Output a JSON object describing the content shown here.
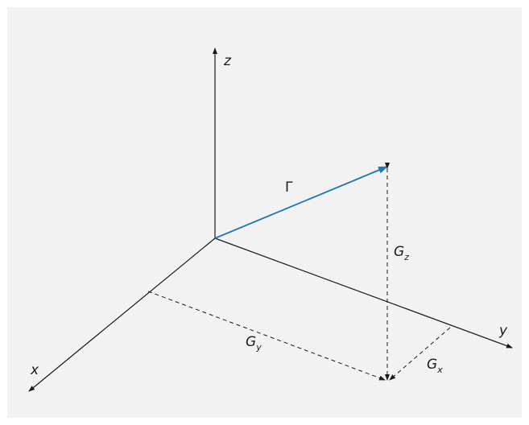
{
  "axes": {
    "x_label": "x",
    "y_label": "y",
    "z_label": "z"
  },
  "vector": {
    "label": "Γ",
    "color": "#1f77b4"
  },
  "components": {
    "gx_base": "G",
    "gx_sub": "x",
    "gy_base": "G",
    "gy_sub": "y",
    "gz_base": "G",
    "gz_sub": "z"
  },
  "colors": {
    "background": "#f2f2f2",
    "axis": "#1a1a1a",
    "dashed": "#1a1a1a"
  }
}
